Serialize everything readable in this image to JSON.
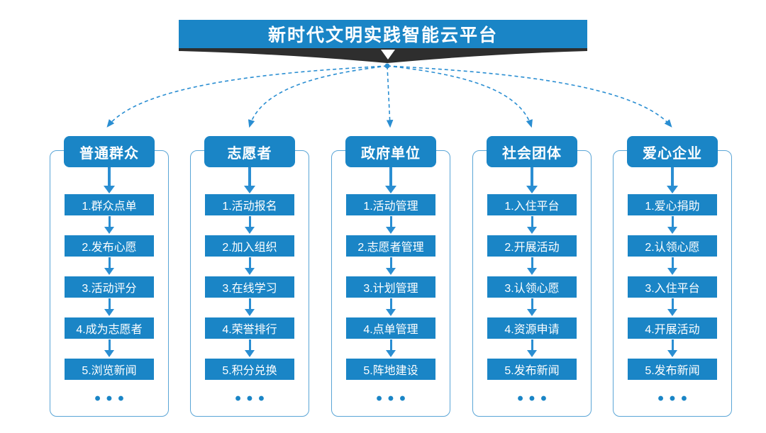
{
  "title": "新时代文明实践智能云平台",
  "ellipsis": "•••",
  "colors": {
    "primary": "#1a85c6",
    "connector": "#2a8ed2",
    "outline": "#5aa5d6",
    "ribbon": "#2e2e2e"
  },
  "columns": [
    {
      "header": "普通群众",
      "steps": [
        "1.群众点单",
        "2.发布心愿",
        "3.活动评分",
        "4.成为志愿者",
        "5.浏览新闻"
      ]
    },
    {
      "header": "志愿者",
      "steps": [
        "1.活动报名",
        "2.加入组织",
        "3.在线学习",
        "4.荣誉排行",
        "5.积分兑换"
      ]
    },
    {
      "header": "政府单位",
      "steps": [
        "1.活动管理",
        "2.志愿者管理",
        "3.计划管理",
        "4.点单管理",
        "5.阵地建设"
      ]
    },
    {
      "header": "社会团体",
      "steps": [
        "1.入住平台",
        "2.开展活动",
        "3.认领心愿",
        "4.资源申请",
        "5.发布新闻"
      ]
    },
    {
      "header": "爱心企业",
      "steps": [
        "1.爱心捐助",
        "2.认领心愿",
        "3.入住平台",
        "4.开展活动",
        "5.发布新闻"
      ]
    }
  ]
}
